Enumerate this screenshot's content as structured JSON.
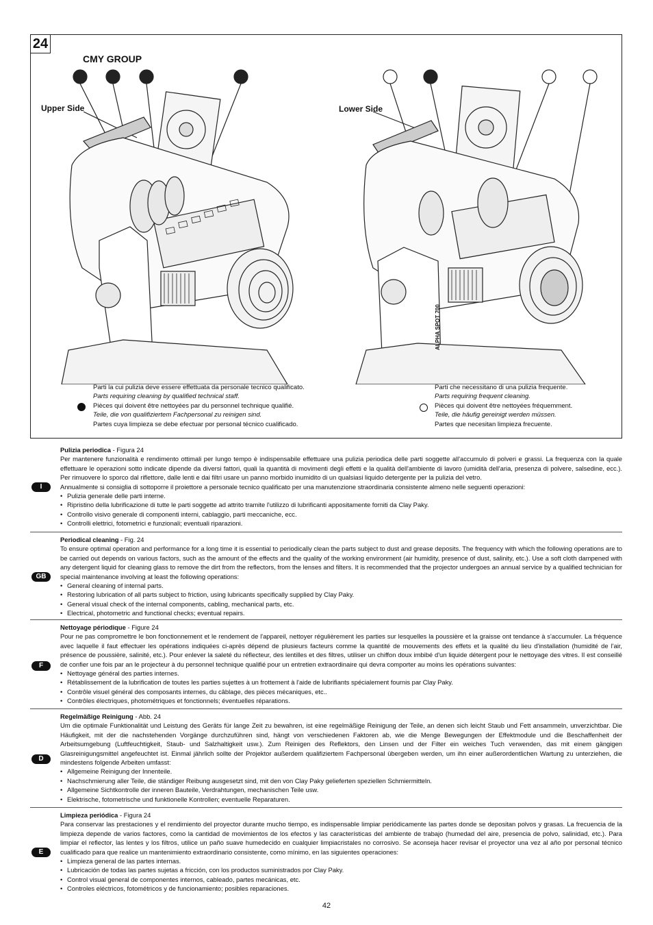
{
  "figure": {
    "number": "24",
    "title": "CMY GROUP",
    "left_label": "Upper Side",
    "right_label": "Lower Side",
    "model_text": "ALPHA SPOT 700",
    "legend_left": [
      "Parti la cui pulizia deve essere effettuata da personale tecnico qualificato.",
      "Parts requiring cleaning by qualified technical staff.",
      "Pièces qui doivent être nettoyées par du personnel technique qualifié.",
      "Teile, die von qualifiziertem Fachpersonal zu reinigen sind.",
      "Partes cuya limpieza se debe efectuar por personal técnico cualificado."
    ],
    "legend_right": [
      "Parti che necessitano di una pulizia frequente.",
      "Parts requiring frequent cleaning.",
      "Pièces qui doivent être nettoyées fréquemment.",
      "Teile, die häufig gereinigt werden müssen.",
      "Partes que necesitan limpieza frecuente."
    ]
  },
  "sections": [
    {
      "lang": "I",
      "title": "Pulizia periodica",
      "ref": " - Figura 24",
      "paragraphs": [
        "Per mantenere funzionalità e rendimento ottimali per lungo tempo è indispensabile effettuare una pulizia periodica delle parti soggette all'accumulo di polveri e grassi. La frequenza con la quale effettuare le operazioni sotto indicate dipende da diversi fattori, quali la quantità di movimenti degli effetti e la qualità dell'ambiente di lavoro (umidità dell'aria, presenza di polvere, salsedine, ecc.). Per rimuovere lo sporco dal riflettore, dalle lenti e dai filtri usare un panno morbido inumidito di un qualsiasi liquido detergente per la pulizia del vetro.",
        "Annualmente si consiglia di sottoporre il proiettore a personale tecnico qualificato per una manutenzione straordinaria consistente almeno nelle seguenti operazioni:"
      ],
      "bullets": [
        "Pulizia generale delle parti interne.",
        "Ripristino della lubrificazione di tutte le parti soggette ad attrito tramite l'utilizzo di lubrificanti appositamente forniti da Clay Paky.",
        "Controllo visivo generale di componenti interni, cablaggio, parti meccaniche, ecc.",
        "Controlli elettrici, fotometrici e funzionali; eventuali riparazioni."
      ]
    },
    {
      "lang": "GB",
      "title": "Periodical cleaning",
      "ref": " - Fig. 24",
      "paragraphs": [
        "To ensure optimal operation and performance for a long time it is essential to periodically clean the parts subject to dust and grease deposits. The frequency with which the following operations are to be carried out depends on various factors, such as the amount of the effects and the quality of the working environment (air humidity, presence of dust, salinity, etc.). Use a soft cloth dampened with any detergent liquid for cleaning glass to remove the dirt from the reflectors, from the lenses and filters. It is recommended that the projector undergoes an annual service by a qualified technician for special maintenance involving at least the following operations:"
      ],
      "bullets": [
        "General cleaning of internal parts.",
        "Restoring lubrication of all parts subject to friction, using lubricants specifically supplied by Clay Paky.",
        "General visual check of the internal components, cabling, mechanical parts, etc.",
        "Electrical, photometric and functional checks; eventual repairs."
      ]
    },
    {
      "lang": "F",
      "title": "Nettoyage périodique",
      "ref": " - Figure 24",
      "paragraphs": [
        "Pour ne pas compromettre le bon fonctionnement et le rendement de l'appareil, nettoyer régulièrement les parties sur lesquelles la poussière et la graisse ont tendance à s'accumuler. La fréquence avec laquelle il faut effectuer les opérations indiquées ci-après dépend de plusieurs facteurs comme la quantité de mouvements des effets et la qualité du lieu d'installation (humidité de l'air, présence de poussière, salinité, etc.). Pour enlever la saleté du réflecteur, des lentilles et des filtres, utiliser un chiffon doux imbibé d'un liquide détergent pour le nettoyage des vitres. Il est conseillé de confier une fois par an le projecteur à du personnel technique qualifié pour un entretien extraordinaire qui devra comporter au moins les opérations suivantes:"
      ],
      "bullets": [
        "Nettoyage général des parties internes.",
        "Rétablissement de la lubrification de toutes les parties sujettes à un frottement à l'aide de lubrifiants spécialement fournis par Clay Paky.",
        "Contrôle visuel général des composants internes, du câblage, des pièces mécaniques, etc..",
        "Contrôles électriques, photométriques et fonctionnels; éventuelles réparations."
      ]
    },
    {
      "lang": "D",
      "title": "Regelmäßige Reinigung",
      "ref": " - Abb. 24",
      "paragraphs": [
        "Um die optimale Funktionalität und Leistung des Geräts für lange Zeit zu bewahren, ist eine regelmäßige Reinigung der Teile, an denen sich leicht Staub und Fett ansammeln, unverzichtbar. Die Häufigkeit, mit der die nachstehenden Vorgänge durchzuführen sind, hängt von verschiedenen Faktoren ab, wie die Menge Bewegungen der Effektmodule und die Beschaffenheit der Arbeitsumgebung (Luftfeuchtigkeit, Staub- und Salzhaltigkeit usw.). Zum Reinigen des Reflektors, den Linsen und der Filter ein weiches Tuch verwenden, das mit einem gängigen Glasreinigungsmittel angefeuchtet ist. Einmal jährlich sollte der Projektor außerdem qualifiziertem Fachpersonal übergeben werden, um ihn einer außerordentlichen Wartung zu unterziehen, die mindestens folgende Arbeiten umfasst:"
      ],
      "bullets": [
        "Allgemeine Reinigung der Innenteile.",
        "Nachschmierung aller Teile, die ständiger Reibung ausgesetzt sind, mit den von Clay Paky gelieferten speziellen Schmiermitteln.",
        "Allgemeine Sichtkontrolle der inneren Bauteile, Verdrahtungen, mechanischen Teile usw.",
        "Elektrische, fotometrische und funktionelle Kontrollen; eventuelle Reparaturen."
      ]
    },
    {
      "lang": "E",
      "title": "Limpieza periódica",
      "ref": " - Figura 24",
      "paragraphs": [
        "Para conservar las prestaciones y el rendimiento del proyector durante mucho tiempo, es indispensable limpiar periódicamente las partes donde se depositan polvos y grasas. La frecuencia de la limpieza depende de varios factores, como la cantidad de movimientos de los efectos y las características del ambiente de trabajo (humedad del aire, presencia de polvo, salinidad, etc.). Para limpiar el reflector, las lentes y los filtros, utilice un paño suave humedecido en cualquier limpiacristales no corrosivo. Se aconseja hacer revisar el proyector una vez al año por personal técnico cualificado para que realice un mantenimiento extraordinario consistente, como mínimo, en las siguientes operaciones:"
      ],
      "bullets": [
        "Limpieza general de las partes internas.",
        "Lubricación de todas las partes sujetas a fricción, con los productos suministrados por Clay Paky.",
        "Control visual general de componentes internos, cableado, partes mecánicas, etc.",
        "Controles eléctricos, fotométricos y de funcionamiento; posibles reparaciones."
      ]
    }
  ],
  "page_number": "42"
}
